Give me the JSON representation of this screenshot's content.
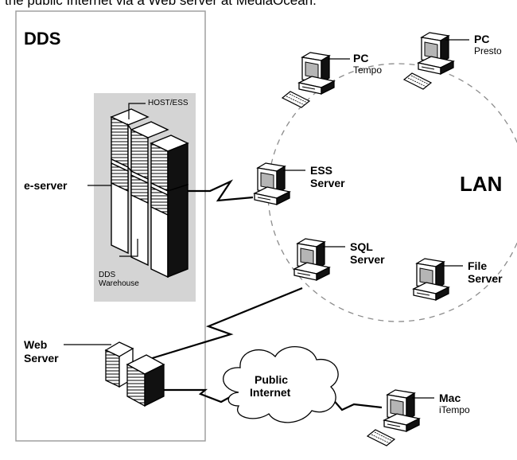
{
  "caption": "the public Internet via a Web server at MediaOcean.",
  "dds_box": {
    "title": "DDS"
  },
  "eserver": {
    "label": "e-server",
    "host_label": "HOST/ESS",
    "warehouse_label_1": "DDS",
    "warehouse_label_2": "Warehouse"
  },
  "web_server": {
    "label_1": "Web",
    "label_2": "Server"
  },
  "lan": {
    "label": "LAN"
  },
  "nodes": {
    "pc_tempo": {
      "title": "PC",
      "subtitle": "Tempo"
    },
    "pc_presto": {
      "title": "PC",
      "subtitle": "Presto"
    },
    "ess_server": {
      "title_1": "ESS",
      "title_2": "Server"
    },
    "sql_server": {
      "title_1": "SQL",
      "title_2": "Server"
    },
    "file_server": {
      "title_1": "File",
      "title_2": "Server"
    },
    "mac_itempo": {
      "title": "Mac",
      "subtitle": "iTempo"
    }
  },
  "internet": {
    "label_1": "Public",
    "label_2": "Internet"
  },
  "colors": {
    "panel": "#d4d4d4",
    "box_border": "#9a9a9a",
    "ink": "#000000",
    "lan_ring": "#8c8c8c"
  }
}
